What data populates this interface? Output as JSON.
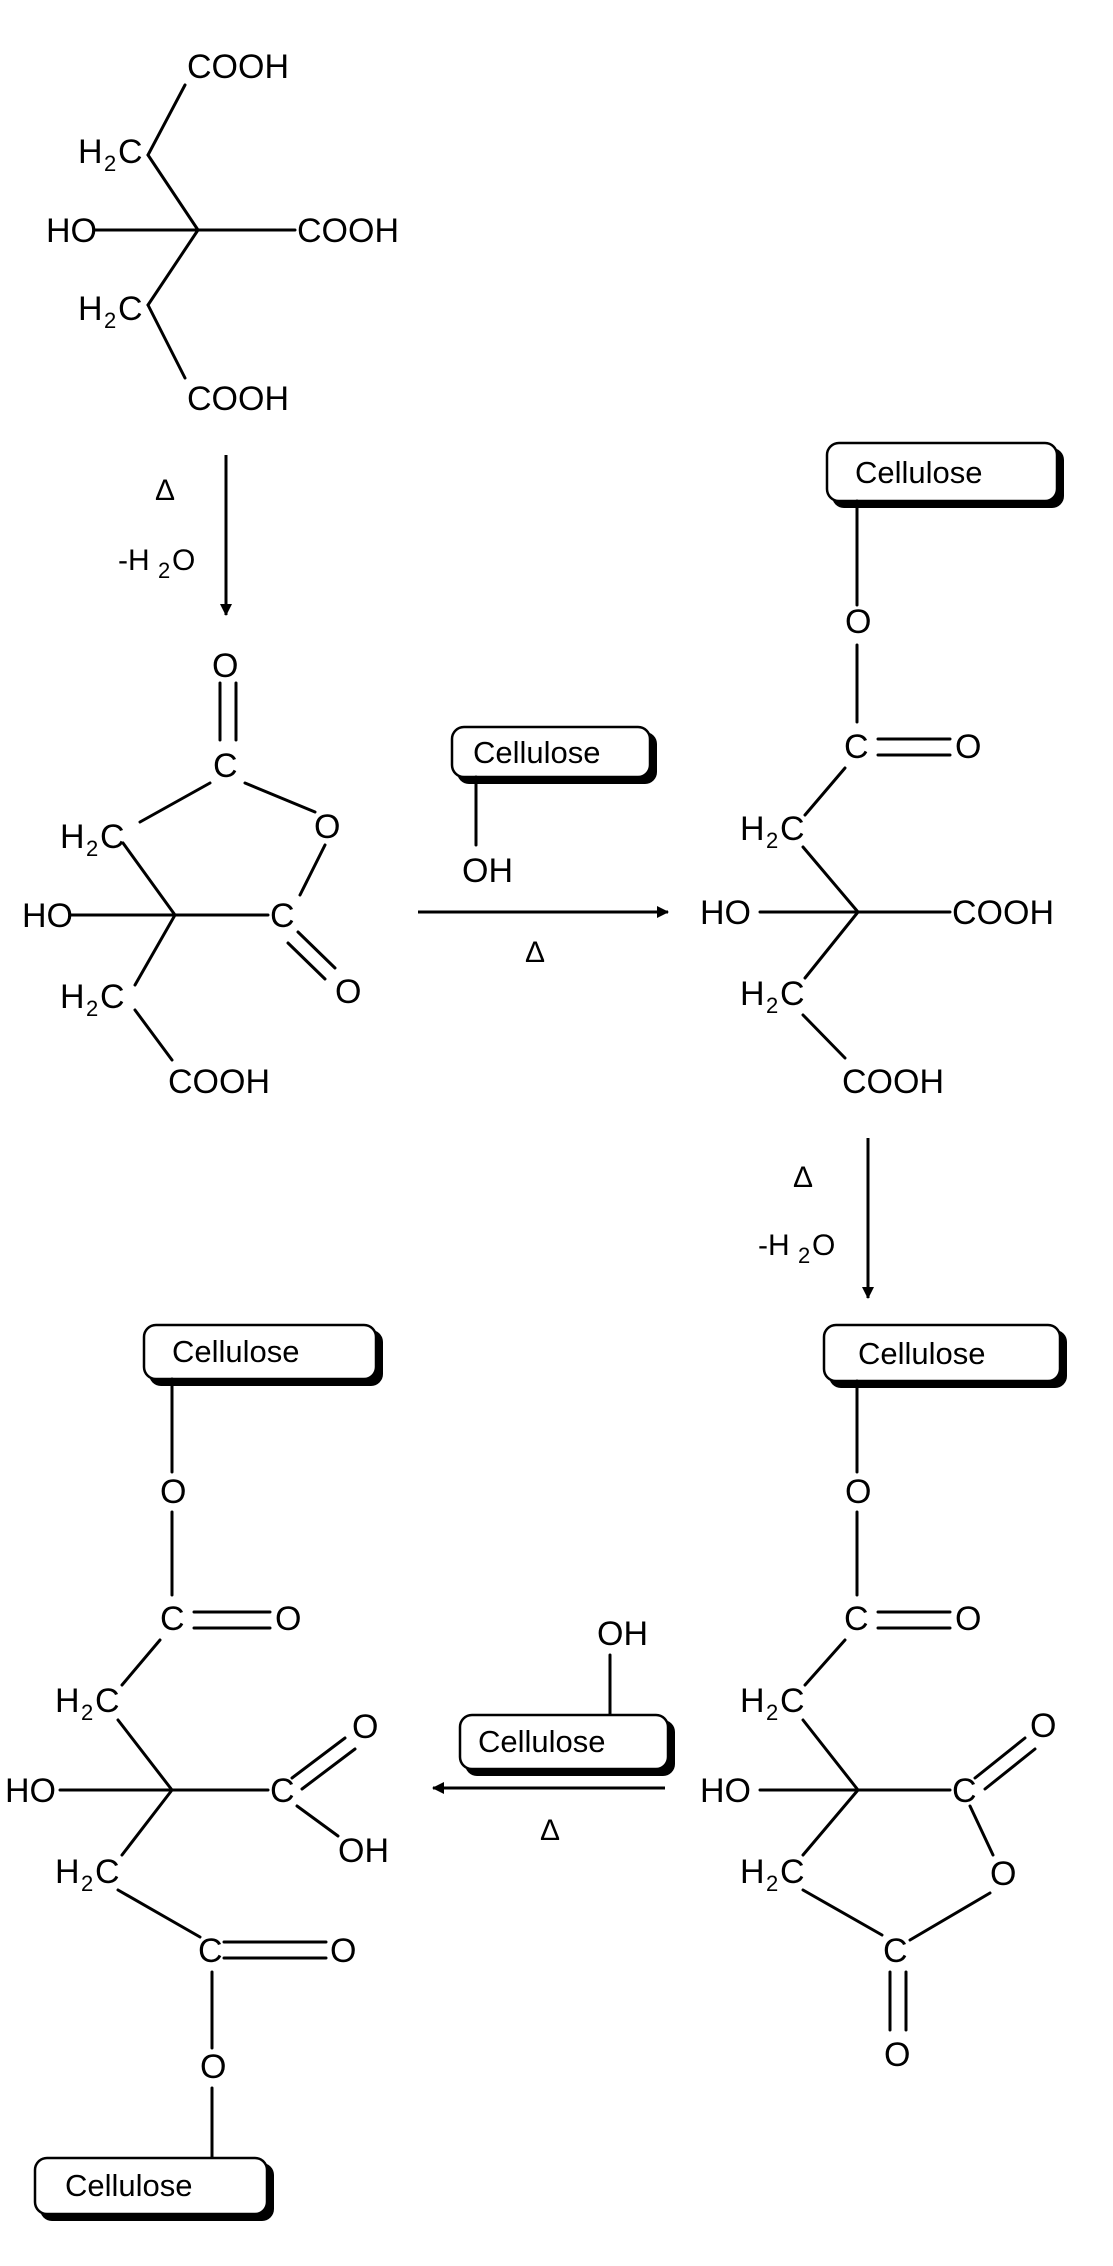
{
  "labels": {
    "cooh": "COOH",
    "ho": "HO",
    "oh": "OH",
    "h": "H",
    "two": "2",
    "c": "C",
    "o": "O",
    "cellulose": "Cellulose",
    "delta": "Δ",
    "minus_h": "-H",
    "water_o": "O"
  }
}
